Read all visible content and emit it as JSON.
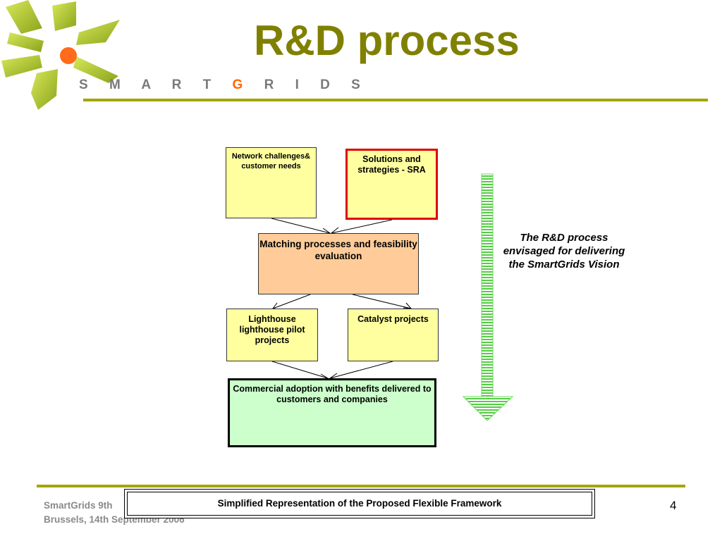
{
  "header": {
    "title": "R&D process",
    "logo": {
      "text_before": "S M A R T ",
      "text_highlight": "G",
      "text_after": " R I D S"
    }
  },
  "diagram": {
    "box_network": "Network challenges& customer needs",
    "box_solutions": "Solutions and strategies - SRA",
    "box_matching": "Matching processes and feasibility evaluation",
    "box_lighthouse": "Lighthouse lighthouse pilot projects",
    "box_catalyst": "Catalyst projects",
    "box_commercial": "Commercial adoption with benefits delivered to customers and companies",
    "annotation": "The R&D process envisaged for delivering the SmartGrids Vision"
  },
  "footer": {
    "line1": "SmartGrids 9th",
    "line2": "Brussels, 14th September 2006",
    "caption": "Simplified Representation of the Proposed Flexible Framework",
    "page_number": "4"
  },
  "colors": {
    "title": "#808000",
    "rule": "#a4a400",
    "yellow_box": "#ffffa0",
    "orange_box": "#ffcc99",
    "green_box": "#ccffcc",
    "highlight_border": "#e00000",
    "arrow_green": "#66dd55",
    "logo_accent": "#ff6600"
  }
}
